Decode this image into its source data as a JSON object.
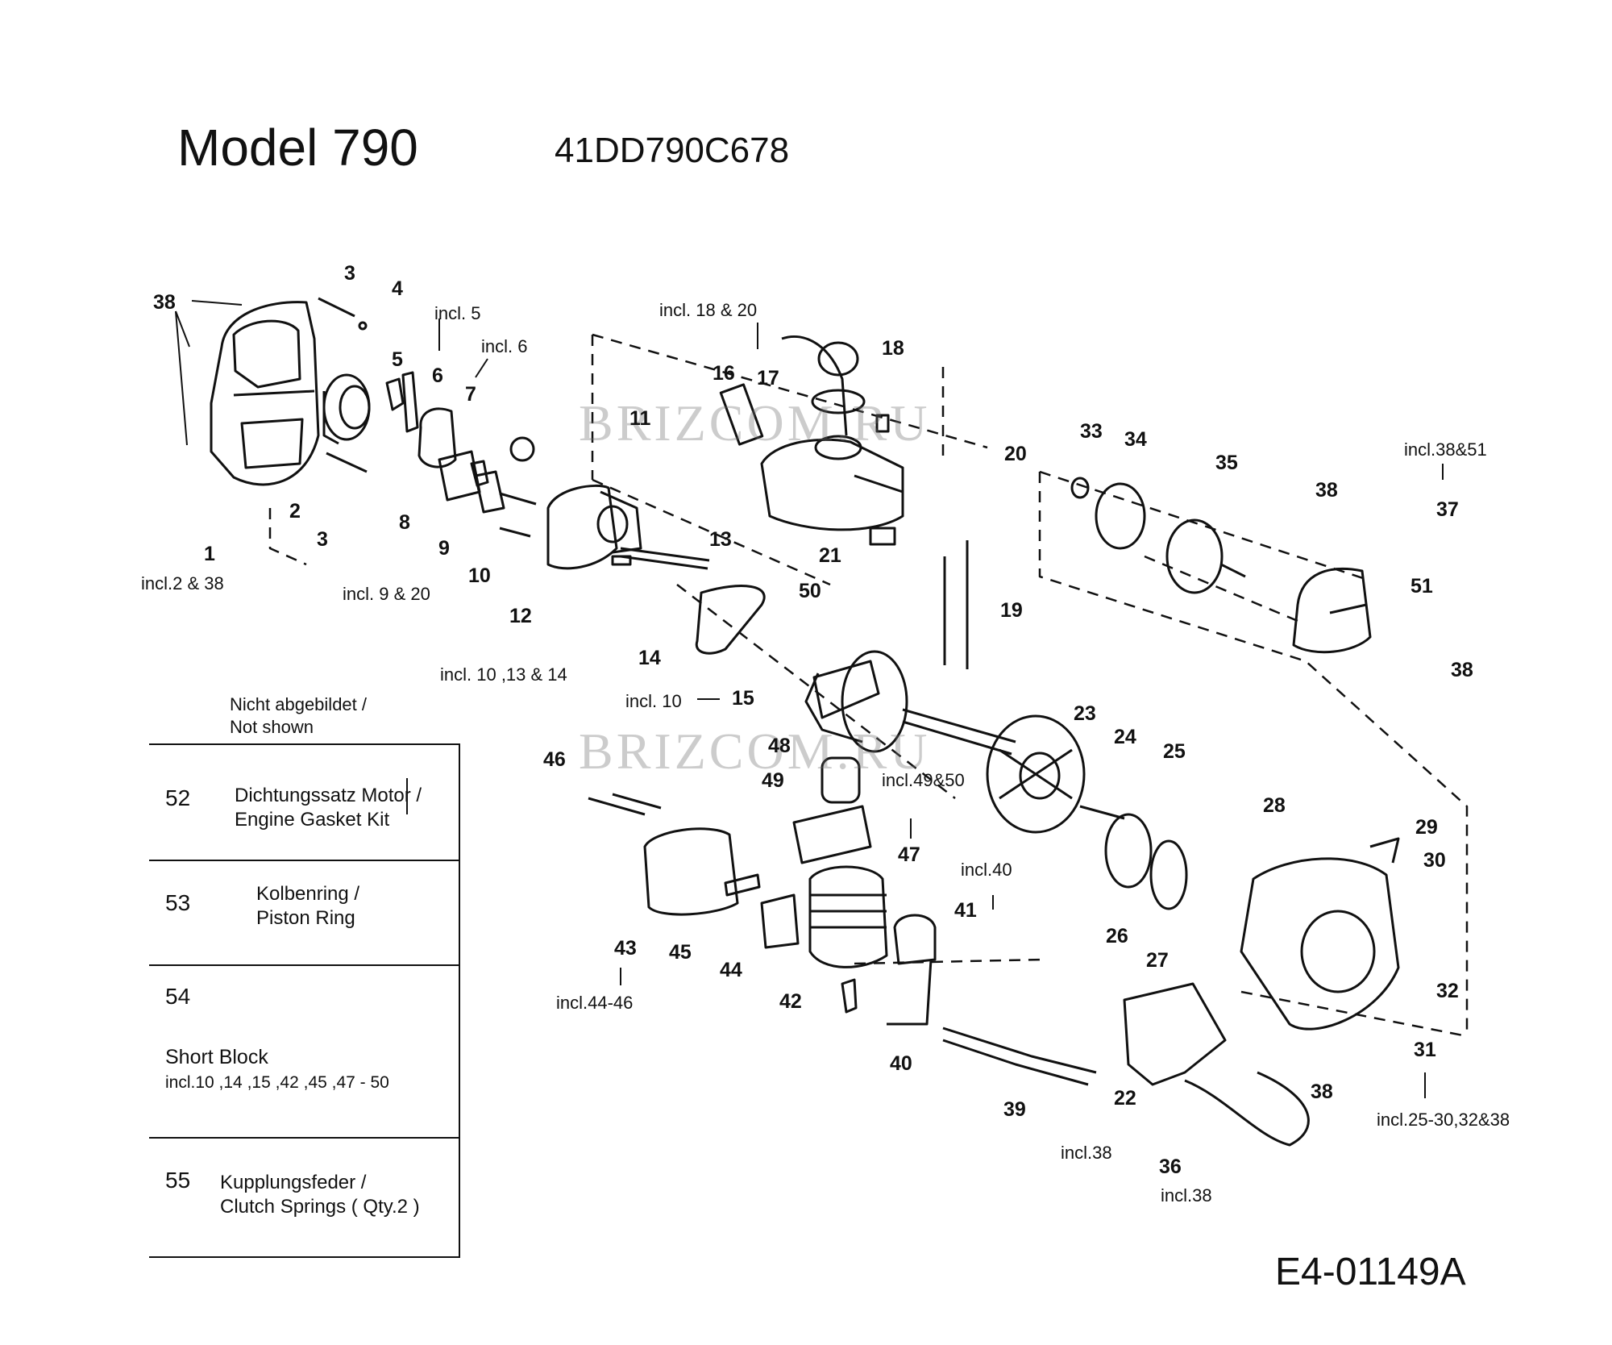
{
  "header": {
    "model": "Model 790",
    "part_number": "41DD790C678"
  },
  "reference": "E4-01149A",
  "watermark": "BRIZCOM.RU",
  "not_shown": {
    "heading_line1": "Nicht abgebildet /",
    "heading_line2": "Not shown"
  },
  "legend": [
    {
      "number": "52",
      "line1": "Dichtungssatz Motor /",
      "line2": "Engine Gasket Kit"
    },
    {
      "number": "53",
      "line1": "Kolbenring /",
      "line2": "Piston Ring"
    },
    {
      "number": "54",
      "line1": "Short Block",
      "line2": "incl.10 ,14 ,15 ,42 ,45 ,47 - 50"
    },
    {
      "number": "55",
      "line1": "Kupplungsfeder /",
      "line2": "Clutch Springs ( Qty.2 )"
    }
  ],
  "callouts": [
    "38",
    "3",
    "4",
    "5",
    "6",
    "7",
    "1",
    "2",
    "3",
    "8",
    "9",
    "10",
    "11",
    "12",
    "13",
    "14",
    "15",
    "16",
    "17",
    "18",
    "20",
    "21",
    "19",
    "33",
    "34",
    "35",
    "38",
    "37",
    "51",
    "38",
    "50",
    "48",
    "49",
    "47",
    "46",
    "43",
    "45",
    "44",
    "42",
    "41",
    "40",
    "39",
    "23",
    "24",
    "25",
    "26",
    "27",
    "28",
    "29",
    "30",
    "32",
    "31",
    "38",
    "22",
    "36"
  ],
  "notes": [
    "incl. 5",
    "incl. 6",
    "incl.2 & 38",
    "incl. 9 & 20",
    "incl. 10 ,13 & 14",
    "incl. 18 & 20",
    "incl.38&51",
    "incl. 10",
    "incl.49&50",
    "incl.40",
    "incl.44-46",
    "incl.25-30,32&38",
    "incl.38",
    "incl.38"
  ]
}
